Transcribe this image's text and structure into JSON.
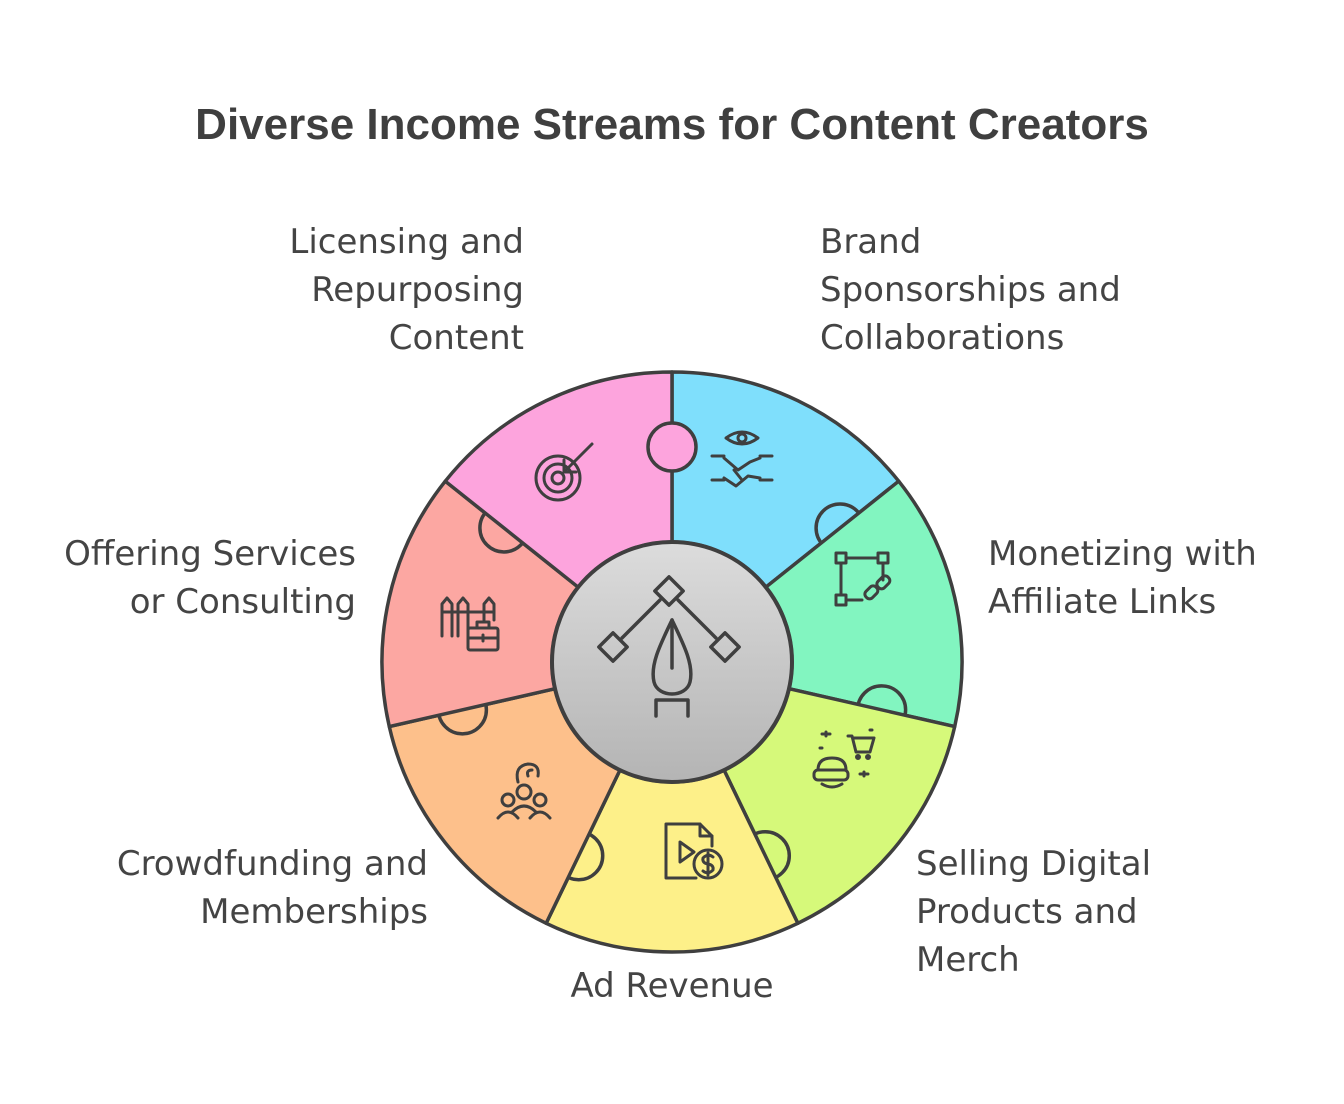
{
  "title": "Diverse Income Streams for Content Creators",
  "segments": [
    {
      "label": "Brand\nSponsorships and\nCollaborations",
      "color": "#7fdffc",
      "icon": "handshake-eye-icon"
    },
    {
      "label": "Monetizing with\nAffiliate Links",
      "color": "#82f5c0",
      "icon": "link-path-icon"
    },
    {
      "label": "Selling Digital\nProducts and\nMerch",
      "color": "#d6f97a",
      "icon": "vr-headset-cart-icon"
    },
    {
      "label": "Ad Revenue",
      "color": "#fdf089",
      "icon": "video-file-dollar-icon"
    },
    {
      "label": "Crowdfunding and\nMemberships",
      "color": "#fdc08b",
      "icon": "group-hand-icon"
    },
    {
      "label": "Offering Services\nor Consulting",
      "color": "#fca7a2",
      "icon": "fence-briefcase-icon"
    },
    {
      "label": "Licensing and\nRepurposing\nContent",
      "color": "#fda4dd",
      "icon": "target-arrow-icon"
    }
  ],
  "center": {
    "color": "#c8c8c8",
    "icon": "pen-tool-icon"
  }
}
